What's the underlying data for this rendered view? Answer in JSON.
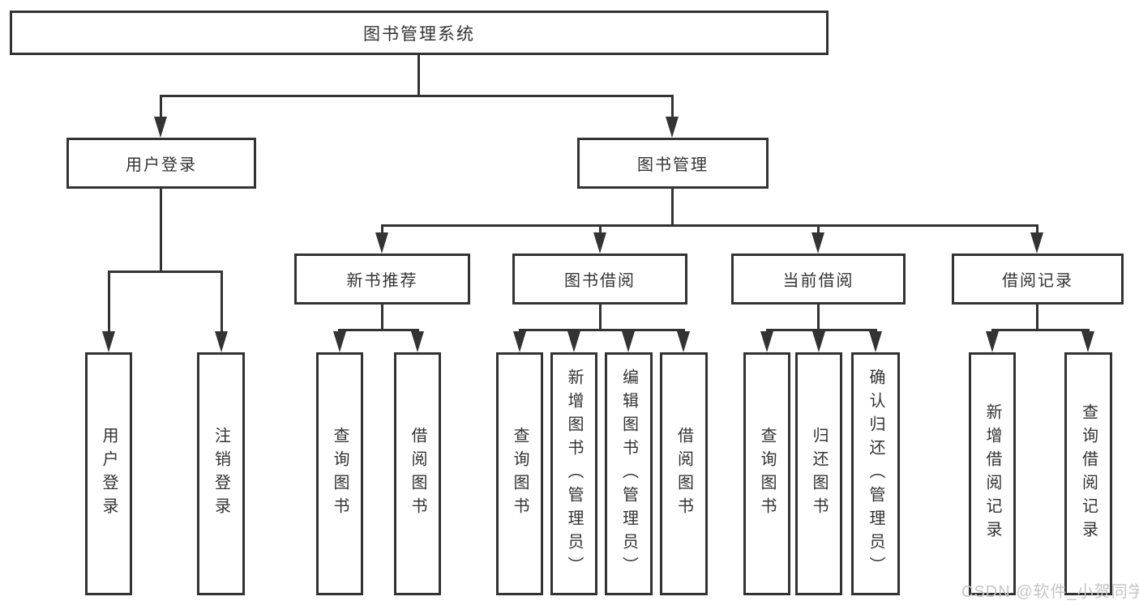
{
  "diagram_type": "hierarchy-tree",
  "tree": {
    "label": "图书管理系统",
    "children": [
      {
        "label": "用户登录",
        "children": [
          {
            "label": "用户登录"
          },
          {
            "label": "注销登录"
          }
        ]
      },
      {
        "label": "图书管理",
        "children": [
          {
            "label": "新书推荐",
            "children": [
              {
                "label": "查询图书"
              },
              {
                "label": "借阅图书"
              }
            ]
          },
          {
            "label": "图书借阅",
            "children": [
              {
                "label": "查询图书"
              },
              {
                "label": "新增图书（管理员）"
              },
              {
                "label": "编辑图书（管理员）"
              },
              {
                "label": "借阅图书"
              }
            ]
          },
          {
            "label": "当前借阅",
            "children": [
              {
                "label": "查询图书"
              },
              {
                "label": "归还图书"
              },
              {
                "label": "确认归还（管理员）"
              }
            ]
          },
          {
            "label": "借阅记录",
            "children": [
              {
                "label": "新增借阅记录"
              },
              {
                "label": "查询借阅记录"
              }
            ]
          }
        ]
      }
    ]
  },
  "watermark": {
    "text": "CSDN @软件_小贺同学"
  },
  "colors": {
    "line": "#333333",
    "box_border": "#333333",
    "text": "#333333",
    "watermark": "#c5c5c5",
    "background": "#ffffff"
  }
}
